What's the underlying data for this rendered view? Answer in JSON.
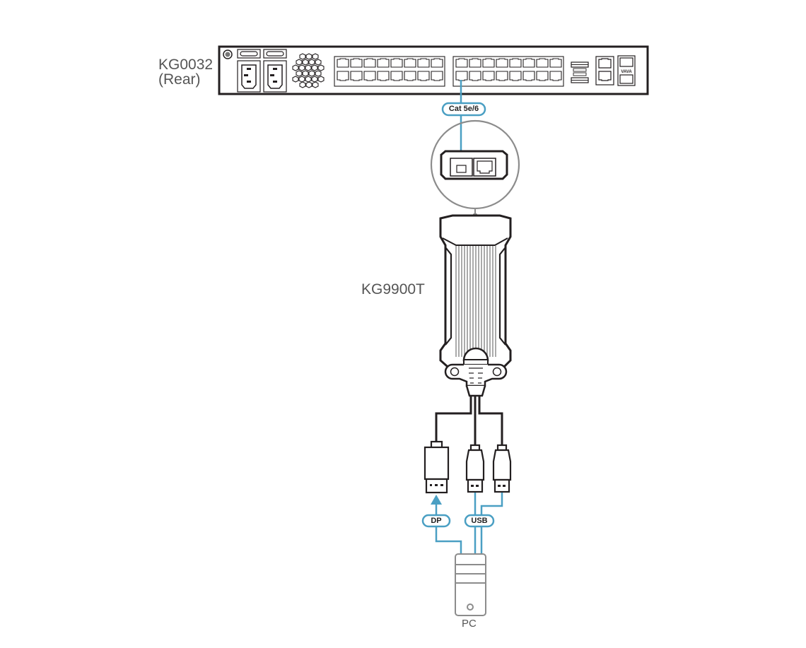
{
  "diagram": {
    "switch": {
      "model": "KG0032",
      "view": "(Rear)"
    },
    "cable": {
      "label": "Cat 5e/6"
    },
    "adapter": {
      "model": "KG9900T"
    },
    "connections": [
      {
        "label": "DP",
        "direction": "to-adapter"
      },
      {
        "label": "USB",
        "direction": "bidirectional"
      }
    ],
    "computer": {
      "label": "PC"
    },
    "colors": {
      "cable": "#4a9fc3",
      "outline": "#231f20",
      "muted": "#8c8c8c",
      "text": "#555555"
    }
  }
}
